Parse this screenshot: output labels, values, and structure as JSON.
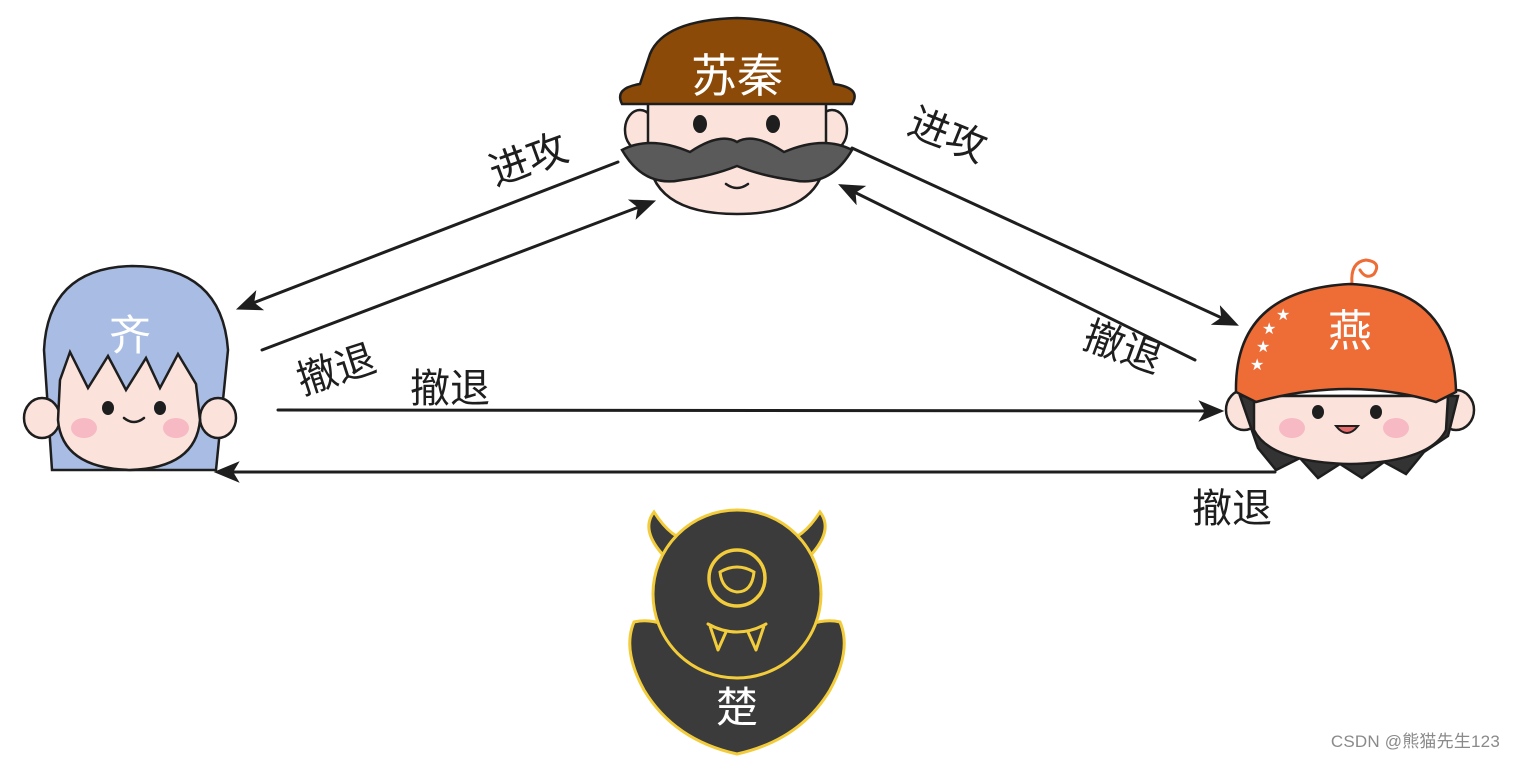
{
  "characters": {
    "suqin": {
      "name": "苏秦",
      "hat_color": "#8b4a07",
      "mustache_color": "#5a5a5a"
    },
    "qi": {
      "name": "齐",
      "hair_color": "#a9bde4"
    },
    "yan": {
      "name": "燕",
      "hat_color": "#ee6c36"
    },
    "chu": {
      "name": "楚",
      "body_color": "#3b3b3b",
      "outline_color": "#f2cc3a"
    }
  },
  "labels": {
    "attack_left": "进攻",
    "attack_right": "进攻",
    "retreat_qi_to_suqin": "撤退",
    "retreat_qi_to_yan": "撤退",
    "retreat_yan_to_suqin": "撤退",
    "retreat_yan_to_qi": "撤退"
  },
  "watermark": "CSDN @熊猫先生123"
}
